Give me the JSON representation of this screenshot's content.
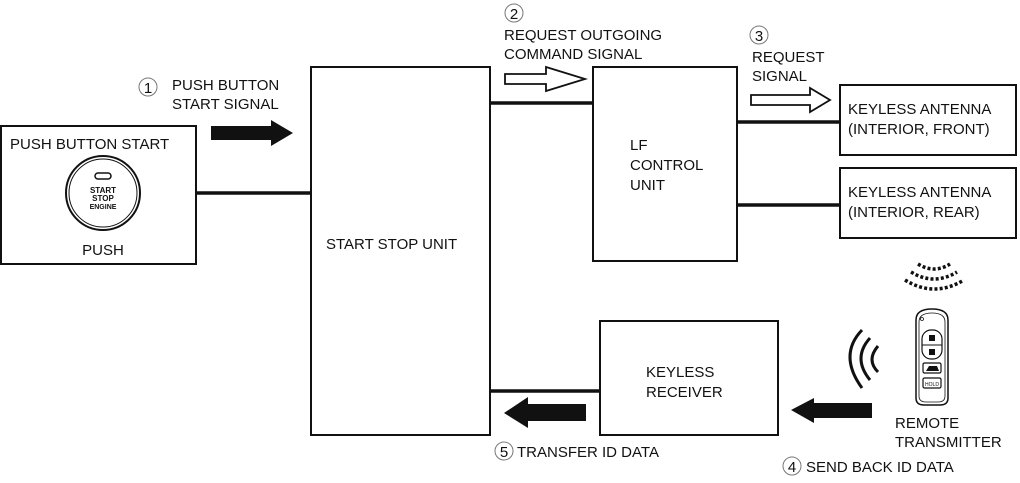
{
  "diagram": {
    "blocks": {
      "push_button_start": {
        "title": "PUSH BUTTON START",
        "button_lines": [
          "START",
          "STOP",
          "ENGINE"
        ],
        "caption": "PUSH"
      },
      "start_stop_unit": {
        "label": "START STOP UNIT"
      },
      "lf_control_unit": {
        "lines": [
          "LF",
          "CONTROL",
          "UNIT"
        ]
      },
      "antenna_front": {
        "lines": [
          "KEYLESS ANTENNA",
          "(INTERIOR, FRONT)"
        ]
      },
      "antenna_rear": {
        "lines": [
          "KEYLESS ANTENNA",
          "(INTERIOR, REAR)"
        ]
      },
      "keyless_receiver": {
        "lines": [
          "KEYLESS",
          "RECEIVER"
        ]
      },
      "remote_transmitter": {
        "lines": [
          "REMOTE",
          "TRANSMITTER"
        ],
        "fob_button_label": "HOLD"
      }
    },
    "signals": [
      {
        "step": "1",
        "lines": [
          "PUSH BUTTON",
          "START SIGNAL"
        ],
        "arrow": "solid-right"
      },
      {
        "step": "2",
        "lines": [
          "REQUEST OUTGOING",
          "COMMAND SIGNAL"
        ],
        "arrow": "hollow-right"
      },
      {
        "step": "3",
        "lines": [
          "REQUEST",
          "SIGNAL"
        ],
        "arrow": "hollow-right"
      },
      {
        "step": "4",
        "lines": [
          "SEND BACK ID DATA"
        ],
        "arrow": "solid-left"
      },
      {
        "step": "5",
        "lines": [
          "TRANSFER ID DATA"
        ],
        "arrow": "solid-left"
      }
    ]
  }
}
